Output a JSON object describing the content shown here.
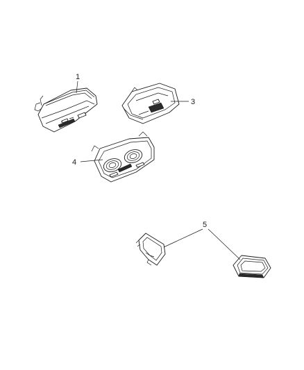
{
  "callouts": {
    "c1": "1",
    "c3": "3",
    "c4": "4",
    "c5": "5"
  }
}
